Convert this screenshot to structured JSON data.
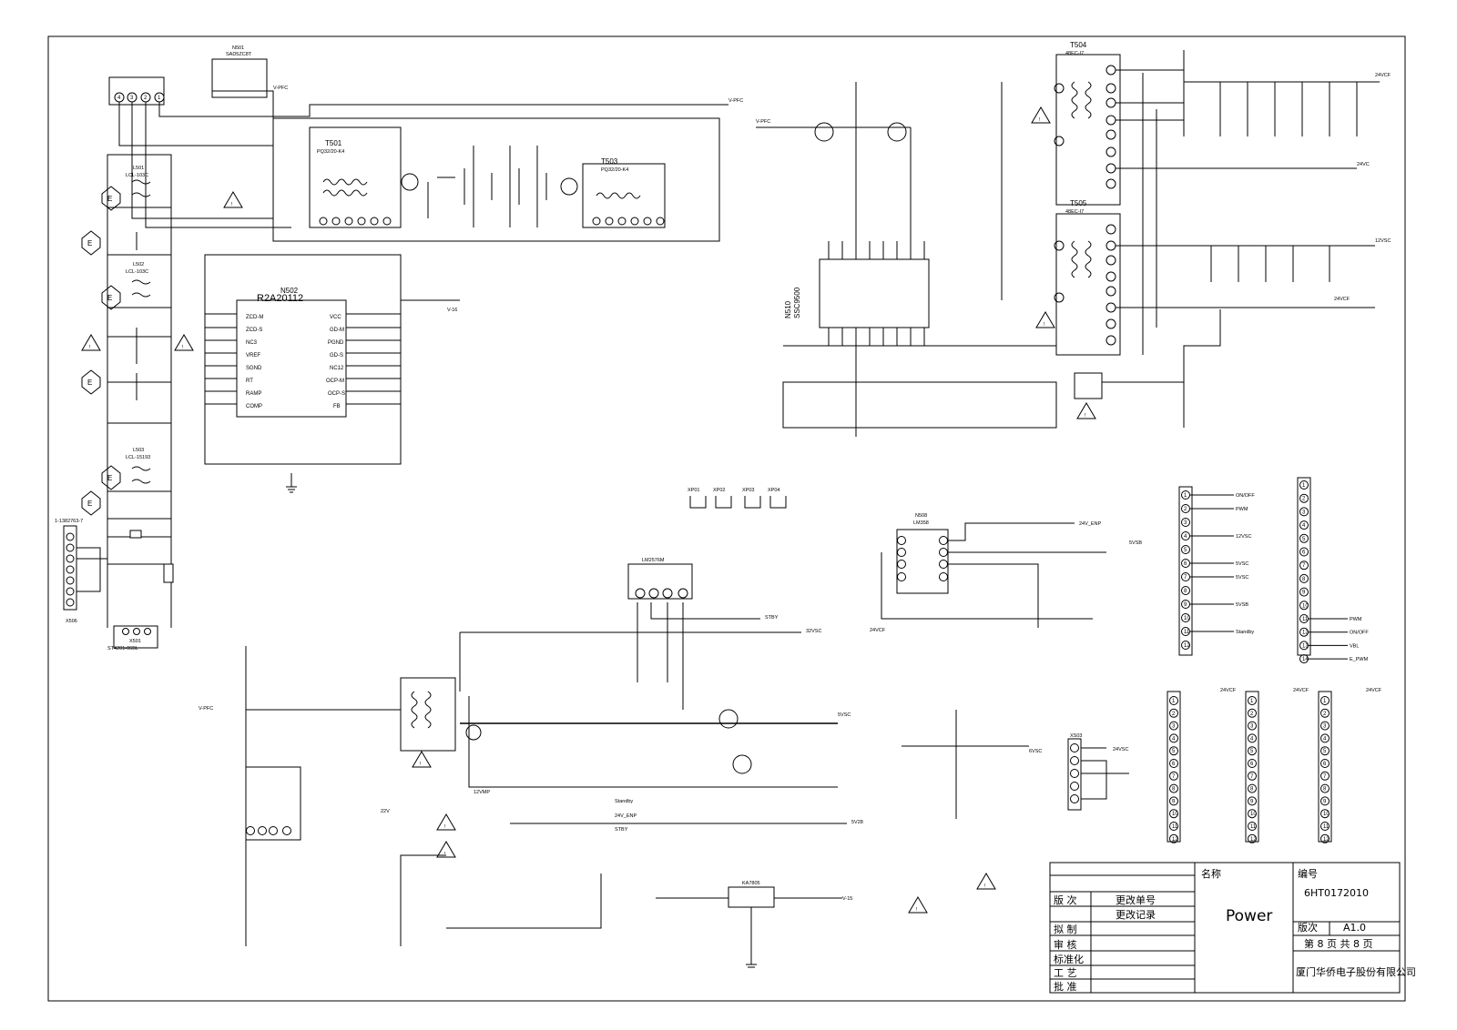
{
  "title_block": {
    "name_label": "名称",
    "number_label": "编号",
    "name_value": "Power",
    "number_value": "6HT0172010",
    "version_label": "版次",
    "version_value": "A1.0",
    "col_version": "版 次",
    "col_change_no": "更改单号",
    "change_record": "更改记录",
    "draft": "拟 制",
    "review": "审 核",
    "standard": "标准化",
    "process": "工 艺",
    "approve": "批 准",
    "page": "第 8 页 共 8 页",
    "company": "厦门华侨电子股份有限公司"
  },
  "components": {
    "ic_ic501": "R2A20112",
    "ic_ic501_ref": "N502",
    "ic_pwm_ref": "N510",
    "ic_pwm": "SSC9500",
    "t501": "T501",
    "t501_type": "PQ32/20-K4",
    "t503": "T503",
    "t503_type": "PQ32/20-K4",
    "t504": "T504",
    "t504_type": "48EC-I7",
    "t505": "T505",
    "t505_type": "48EC-I7",
    "lm_chip": "LM2576M",
    "ka_chip": "KA7805",
    "timer_chip": "LM358",
    "timer_ref": "N508",
    "l501": "L501",
    "l501_type": "LCL-103C",
    "l502": "L502",
    "l502_type": "LCL-103C",
    "l503": "L503",
    "l503_type": "LCL-15193",
    "x501": "X501",
    "x501_type": "ST4201-06BL",
    "x506": "X506",
    "x506_type": "1-1382763-7",
    "xs03": "XS03",
    "n501": "N501",
    "n501_type": "SAD5ZC8T"
  },
  "nets": {
    "v_pfc": "V-PFC",
    "v_pfc2": "V-PFC",
    "v24_vcf": "24VCF",
    "v24vcf": "24VCF",
    "v24vc": "24VC",
    "v24vc2": "24VSC",
    "v12": "12VSC",
    "v5v": "5VSC",
    "v32": "32VSC",
    "stby": "STBY",
    "standby": "Standby",
    "v15": "V-15",
    "v_16": "V-16",
    "v_28": "5V28",
    "v_24_vmp": "24V_ENP",
    "v_12vmp": "12VMP",
    "v_5vsb": "5VSB",
    "v_22": "22V",
    "v_6v": "6VSC"
  },
  "connectors": {
    "xp01": "XP01",
    "xp02": "XP02",
    "xp03": "XP03",
    "xp04": "XP04",
    "pin_labels_a": [
      "ON/OFF",
      "PWM",
      "",
      "12VSC",
      "",
      "5VSC",
      "5VSC",
      "",
      "5VSB",
      "",
      "Standby",
      ""
    ],
    "pin_labels_b": [
      "PWM",
      "ON/OFF",
      "VBL",
      "E_PWM"
    ]
  }
}
